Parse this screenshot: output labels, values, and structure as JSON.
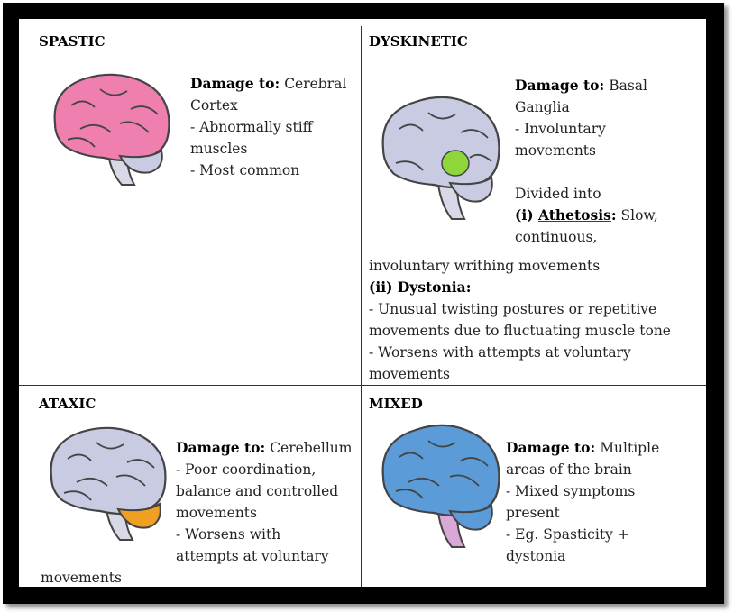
{
  "quadrants": {
    "spastic": {
      "title": "SPASTIC",
      "damage_label": "Damage to:",
      "damage_area": "Cerebral",
      "damage_area_cont": "Cortex",
      "bullets": [
        "- Abnormally stiff",
        "muscles",
        "- Most common"
      ],
      "brain_color": "#ef7fae"
    },
    "dyskinetic": {
      "title": "DYSKINETIC",
      "damage_label": "Damage to:",
      "damage_area": "Basal",
      "damage_area_cont": "Ganglia",
      "bullets": [
        "- Involuntary",
        "movements"
      ],
      "divided": "Divided into",
      "athetosis_label": "(i) Athetosis:",
      "athetosis_text": "Slow,",
      "athetosis_cont1": "continuous,",
      "athetosis_cont2": "involuntary writhing movements",
      "dystonia_label": "(ii) Dystonia:",
      "dystonia_lines": [
        "- Unusual twisting postures or repetitive",
        "movements due to fluctuating muscle tone",
        "- Worsens with attempts at voluntary",
        "movements"
      ],
      "brain_color": "#c9cbe3",
      "highlight_color": "#8fd63a"
    },
    "ataxic": {
      "title": "ATAXIC",
      "damage_label": "Damage to:",
      "damage_area": "Cerebellum",
      "bullets": [
        "- Poor coordination,",
        "balance and controlled",
        "movements",
        "- Worsens with",
        "attempts at  voluntary"
      ],
      "trailing": "movements",
      "brain_color": "#c9cbe3",
      "highlight_color": "#f0a020"
    },
    "mixed": {
      "title": "MIXED",
      "damage_label": "Damage to:",
      "damage_area": "Multiple",
      "bullets": [
        "areas of the brain",
        "- Mixed symptoms",
        "present",
        "- Eg. Spasticity +",
        "dystonia"
      ],
      "brain_color": "#5b9bd8",
      "stem_color": "#d9a8d6"
    }
  }
}
